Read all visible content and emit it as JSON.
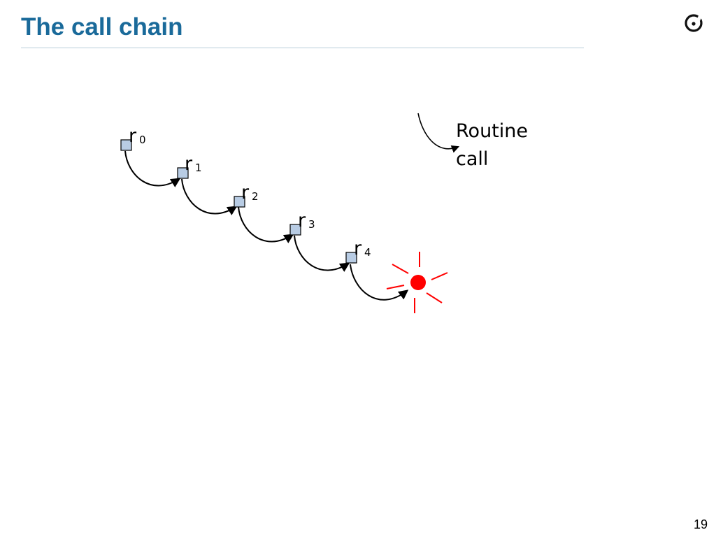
{
  "slide": {
    "title": "The call chain",
    "page_number": "19"
  },
  "colors": {
    "title": "#1a6a9a",
    "rule": "#b9cfd9",
    "routine_box_fill": "#b8cce4",
    "routine_box_stroke": "#000000",
    "call_arrow": "#000000",
    "failure": "#ff0000"
  },
  "diagram": {
    "routines": [
      {
        "letter": "r",
        "index": "0"
      },
      {
        "letter": "r",
        "index": "1"
      },
      {
        "letter": "r",
        "index": "2"
      },
      {
        "letter": "r",
        "index": "3"
      },
      {
        "letter": "r",
        "index": "4"
      }
    ],
    "legend": {
      "line1": "Routine",
      "line2": "call",
      "icon": "curved-arrow-icon"
    },
    "failure_icon": "red-burst-icon"
  }
}
